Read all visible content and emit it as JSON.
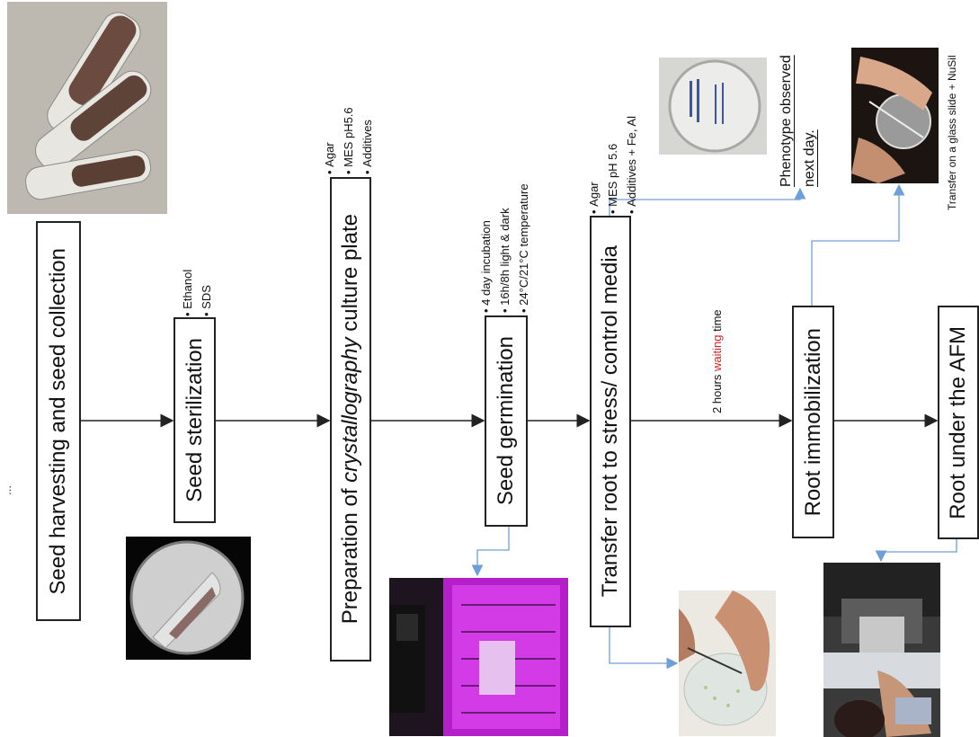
{
  "steps": {
    "harvest": "Seed harvesting and seed collection",
    "sterilize": "Seed sterilization",
    "prep_pre": "Preparation of ",
    "prep_em": "crystallography",
    "prep_post": " culture plate",
    "germinate": "Seed germination",
    "transfer": "Transfer root to stress/ control media",
    "immobilize": "Root immobilization",
    "afm": "Root under the AFM"
  },
  "bullets": {
    "sterilize": [
      "Ethanol",
      "SDS"
    ],
    "prep": [
      "Agar",
      "MES pH5.6",
      "Additives"
    ],
    "germinate": [
      "4 day incubation",
      "16h/8h light & dark",
      "24°C/21°C temperature"
    ],
    "transfer": [
      "Agar",
      "MES pH 5.6",
      "Additives + Fe, Al"
    ]
  },
  "wait": {
    "pre": "2 hours ",
    "word": "waiting",
    "post": " time",
    "color": "#e0201e"
  },
  "phenotype": {
    "line1": "Phenotype  observed",
    "line2": "next day."
  },
  "glass_slide": "Transfer on a glass slide + NuSil",
  "left_edge_text": "...",
  "colors": {
    "arrow": "#222222",
    "blue_arrow": "#6f9fd8",
    "grow_light": "#c21fd0"
  }
}
